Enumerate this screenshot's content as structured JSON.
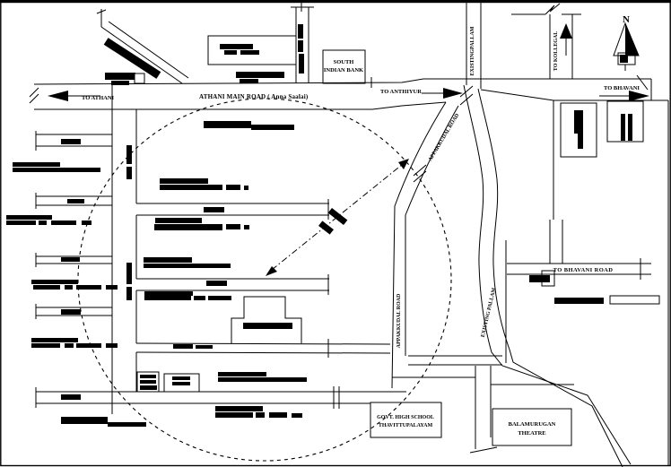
{
  "map": {
    "colors": {
      "ink": "#000000",
      "background": "#ffffff"
    },
    "direction_labels": {
      "to_athani": "TO ATHANI",
      "to_anthiyur": "TO ANTHIYUR",
      "to_kollegal": "TO KOLLEGAL",
      "to_bhavani": "TO BHAVANI"
    },
    "road_labels": {
      "athani_main_road": "ATHANI MAIN ROAD ( Anna Saalai)",
      "appakkudal_road_upper": "APPAKKUDAL ROAD",
      "appakkudal_road_lower": "APPAKKUDAL ROAD",
      "to_bhavani_road": "TO BHAVANI  ROAD",
      "existing_pallam_upper": "EXISTINGPALLAM",
      "existing_pallam_lower": "EXISTING PALLAM"
    },
    "place_labels": {
      "south_indian_bank": [
        "SOUTH",
        "INDIAN BANK"
      ],
      "govt_high_school": [
        "GOVT. HIGH SCHOOL",
        "THAVITTUPALAYAM"
      ],
      "balamurugan_theatre": [
        "BALAMURUGAN",
        "THEATRE"
      ]
    },
    "compass": {
      "north": "N"
    }
  }
}
